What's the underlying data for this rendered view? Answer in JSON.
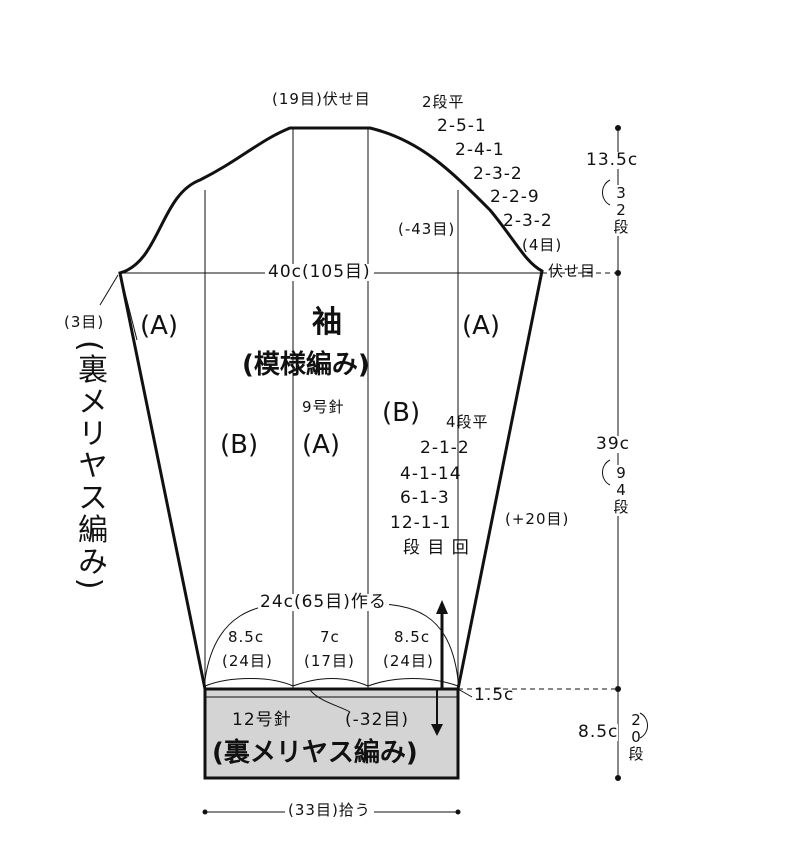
{
  "sleeve": {
    "title": "袖",
    "pattern": "(模様編み)",
    "needle": "9号針",
    "cast_off_top": "(19目)伏せ目",
    "cap_decrease_label": "2段平",
    "cap_decrease_rows": [
      "2-5-1",
      "2-4-1",
      "2-3-2",
      "2-2-9",
      "2-3-2"
    ],
    "cap_total": "(-43目)",
    "side_cast_off_count": "(4目)",
    "side_cast_off_label": "伏せ目",
    "width_label": "40c(105目)",
    "left_stitches": "(3目)",
    "left_panel": "(A)",
    "right_panel": "(A)",
    "center_left_panel": "(B)",
    "center_panel": "(A)",
    "center_right_panel": "(B)",
    "reverse_stockinette_vertical": "(裏メリヤス編み)",
    "increase_label": "4段平",
    "increase_rows": [
      "2-1-2",
      "4-1-14",
      "6-1-3",
      "12-1-1"
    ],
    "increase_header": "段 目 回",
    "increase_total": "(+20目)",
    "cast_on": "24c(65目)作る",
    "bottom_left_width": "8.5c",
    "bottom_left_stitches": "(24目)",
    "bottom_center_width": "7c",
    "bottom_center_stitches": "(17目)",
    "bottom_right_width": "8.5c",
    "bottom_right_stitches": "(24目)"
  },
  "cuff": {
    "needle": "12号針",
    "decrease": "(-32目)",
    "pattern": "(裏メリヤス編み)",
    "pick_up": "(33目)拾う",
    "height_label": "1.5c"
  },
  "right_measurements": {
    "cap_height": "13.5c",
    "cap_rows": "32段",
    "body_height": "39c",
    "body_rows": "94段",
    "cuff_height": "8.5c",
    "cuff_rows": "20段"
  }
}
